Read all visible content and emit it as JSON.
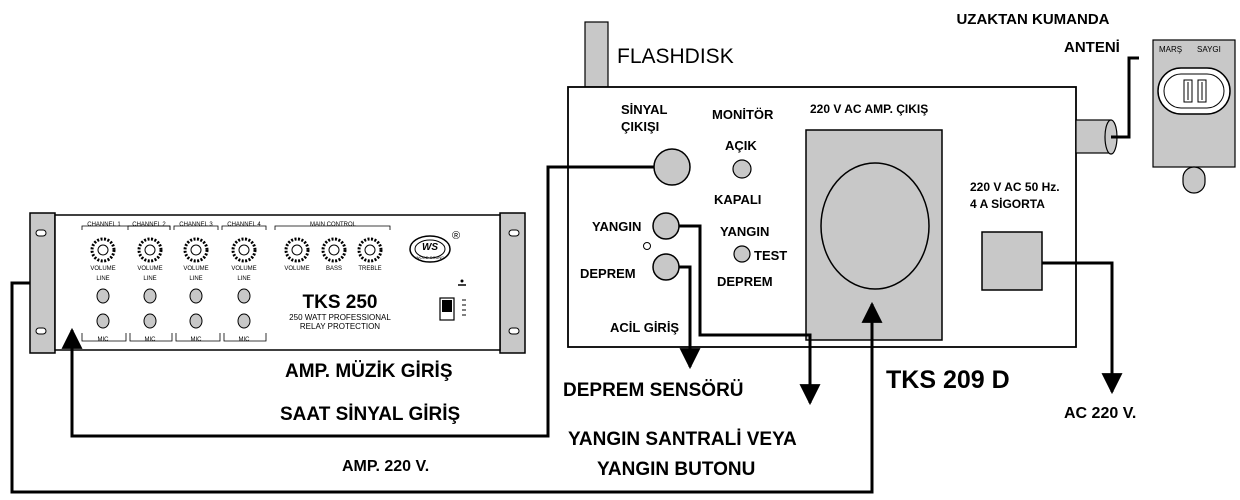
{
  "amplifier": {
    "model": "TKS 250",
    "subtitle_line1": "250 WATT PROFESSIONAL",
    "subtitle_line2": "RELAY PROTECTION",
    "logo_text": "WS",
    "logo_ring_text": "WOOD SOUND",
    "logo_mark": "®",
    "channels": [
      "CHANNEL 1",
      "CHANNEL 2",
      "CHANNEL 3",
      "CHANNEL 4"
    ],
    "main_control": "MAIN CONTROL",
    "knob_volume": "VOLUME",
    "knob_bass": "BASS",
    "knob_treble": "TREBLE",
    "line_label": "LINE",
    "mic_label": "MIC"
  },
  "controller": {
    "model": "TKS 209 D",
    "flashdisk": "FLASHDISK",
    "signal_out_line1": "SİNYAL",
    "signal_out_line2": "ÇIKIŞI",
    "monitor": "MONİTÖR",
    "open": "AÇIK",
    "closed": "KAPALI",
    "fire": "YANGIN",
    "earthquake": "DEPREM",
    "fire_test_top": "YANGIN",
    "test": "TEST",
    "fire_test_bottom": "DEPREM",
    "emergency_input": "ACİL GİRİŞ",
    "amp_output": "220 V AC AMP. ÇIKIŞ",
    "fuse_line1": "220 V AC 50 Hz.",
    "fuse_line2": "4 A SİGORTA"
  },
  "remote": {
    "antenna_line1": "UZAKTAN KUMANDA",
    "antenna_line2": "ANTENİ",
    "btn_march": "MARŞ",
    "btn_salute": "SAYGI"
  },
  "labels": {
    "amp_music_in": "AMP. MÜZİK GİRİŞ",
    "clock_signal_in": "SAAT SİNYAL GİRİŞ",
    "amp_220": "AMP. 220 V.",
    "earthquake_sensor": "DEPREM SENSÖRÜ",
    "fire_panel_line1": "YANGIN SANTRALİ VEYA",
    "fire_panel_line2": "YANGIN BUTONU",
    "ac_220": "AC 220 V."
  }
}
